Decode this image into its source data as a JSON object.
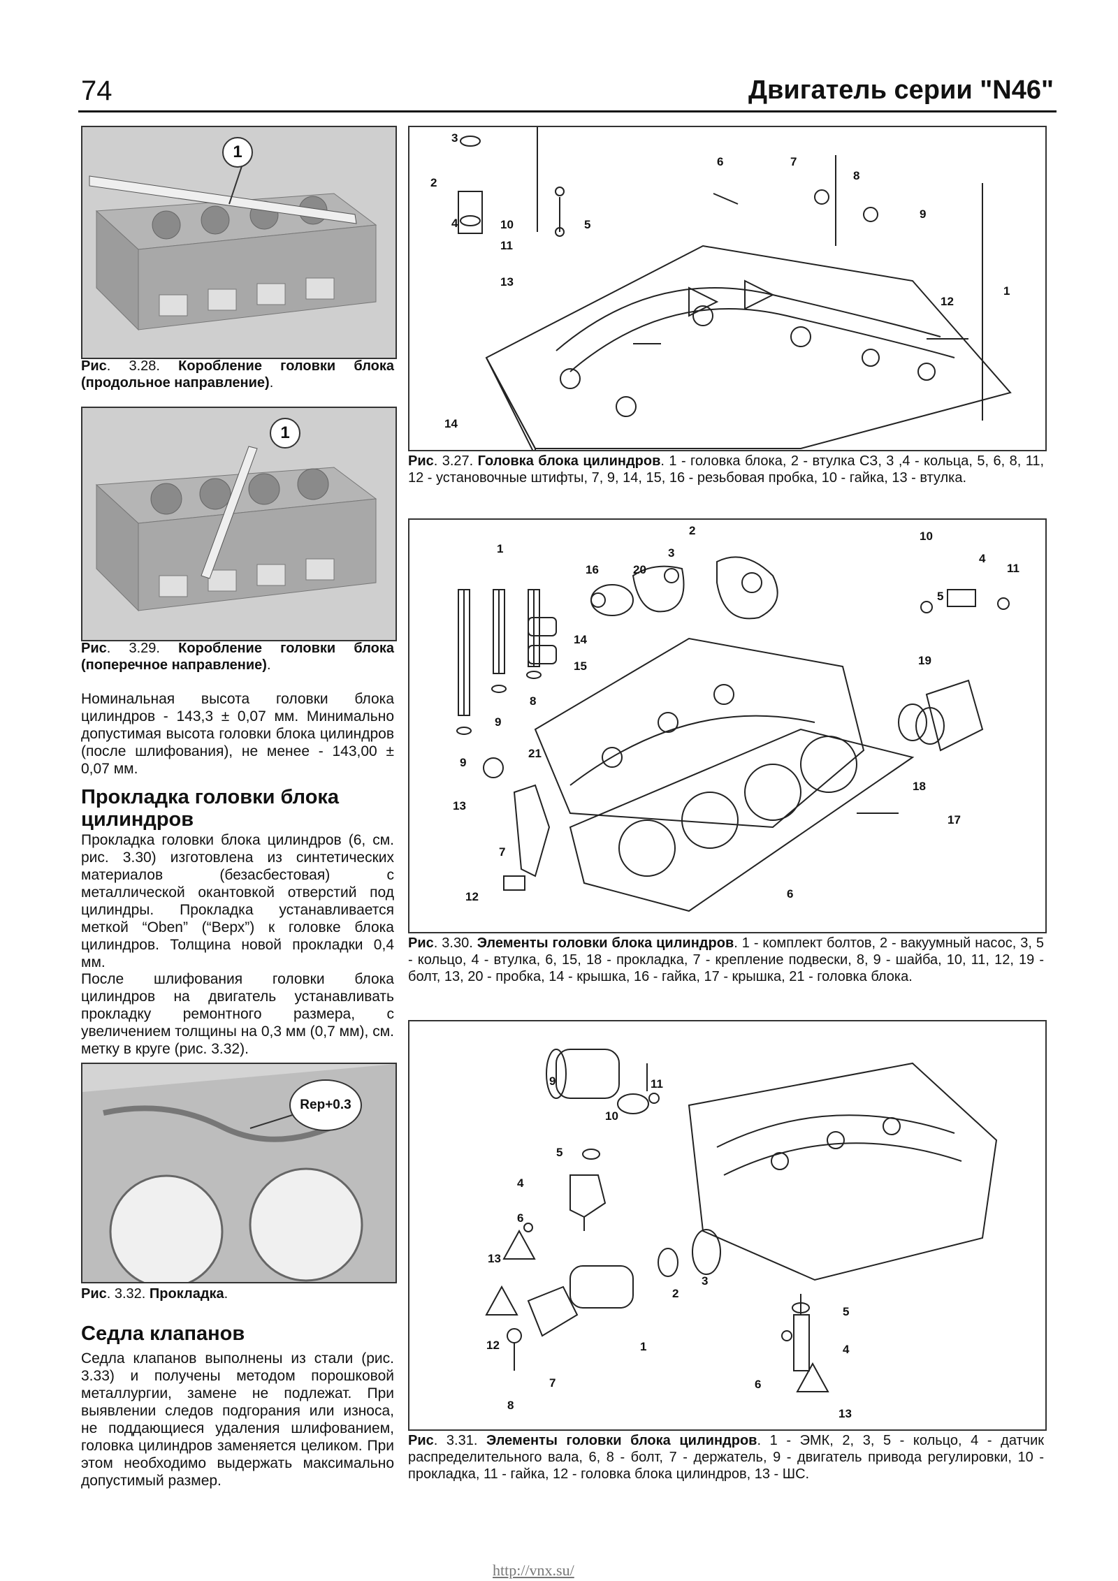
{
  "header": {
    "page_number": "74",
    "title": "Двигатель серии \"N46\""
  },
  "fig_328": {
    "callout": "1",
    "caption_prefix": "Рис",
    "caption_num": ". 3.28. ",
    "caption_title": "Коробление головки блока (продольное направление)",
    "caption_end": "."
  },
  "fig_329": {
    "callout": "1",
    "caption_prefix": "Рис",
    "caption_num": ". 3.29. ",
    "caption_title": "Коробление головки блока (поперечное направление)",
    "caption_end": "."
  },
  "text_height": "Номинальная высота головки блока цилиндров - 143,3 ± 0,07 мм. Минимально допустимая высота головки блока цилиндров (после шлифования), не менее - 143,00 ± 0,07 мм.",
  "heading_gasket": "Прокладка головки блока цилиндров",
  "text_gasket_1": "Прокладка головки блока цилиндров (6, см. рис. 3.30) изготовлена из синтетических материалов (безасбестовая) с металлической окантовкой отверстий под цилиндры. Прокладка устанавливается меткой “Oben” (“Верх”) к головке блока цилиндров. Толщина новой прокладки 0,4 мм.",
  "text_gasket_2": "После шлифования головки блока цилиндров на двигатель устанавливать прокладку ремонтного размера, с увеличением толщины на 0,3 мм (0,7 мм), см. метку в круге (рис. 3.32).",
  "fig_332": {
    "badge": "Rep+0.3",
    "caption_prefix": "Рис",
    "caption_num": ". 3.32. ",
    "caption_title": "Прокладка",
    "caption_end": "."
  },
  "heading_seats": "Седла клапанов",
  "text_seats": "Седла клапанов выполнены из стали (рис. 3.33) и получены методом порошковой металлургии, замене не подлежат. При выявлении следов подгорания или износа, не поддающиеся удаления шлифованием, головка цилиндров заменяется целиком. При этом необходимо выдержать максимально допустимый размер.",
  "fig_327": {
    "labels": [
      "1",
      "2",
      "3",
      "4",
      "5",
      "6",
      "7",
      "8",
      "9",
      "10",
      "11",
      "12",
      "13",
      "14"
    ],
    "caption_prefix": "Рис",
    "caption_num": ". 3.27. ",
    "caption_title": "Головка блока цилиндров",
    "caption_rest": ". 1 - головка блока, 2 - втулка СЗ, 3 ,4 - кольца, 5, 6, 8, 11, 12 - установочные штифты, 7, 9, 14, 15, 16 - резьбовая пробка, 10 - гайка, 13 - втулка."
  },
  "fig_330": {
    "labels": [
      "1",
      "2",
      "3",
      "4",
      "5",
      "6",
      "7",
      "8",
      "9",
      "10",
      "11",
      "12",
      "13",
      "14",
      "15",
      "16",
      "17",
      "18",
      "19",
      "20",
      "21"
    ],
    "caption_prefix": "Рис",
    "caption_num": ". 3.30. ",
    "caption_title": "Элементы головки блока цилиндров",
    "caption_rest": ". 1 - комплект болтов, 2 - вакуумный насос, 3, 5 - кольцо, 4 - втулка, 6, 15, 18 - прокладка, 7 - крепление подвески, 8, 9 - шайба, 10, 11, 12, 19 - болт, 13, 20 - пробка, 14 - крышка, 16 - гайка, 17 - крышка, 21 - головка блока."
  },
  "fig_331": {
    "labels": [
      "1",
      "2",
      "3",
      "4",
      "5",
      "6",
      "7",
      "8",
      "9",
      "10",
      "11",
      "12",
      "13"
    ],
    "caption_prefix": "Рис",
    "caption_num": ". 3.31. ",
    "caption_title": "Элементы головки блока цилиндров",
    "caption_rest": ". 1 - ЭМК, 2, 3, 5 - кольцо, 4 - датчик распределительного вала, 6, 8 - болт, 7 - держатель, 9 - двигатель привода регулировки, 10 - прокладка, 11 - гайка, 12 - головка блока цилиндров, 13 - ШС."
  },
  "footer": {
    "url": "http://vnx.su/"
  }
}
